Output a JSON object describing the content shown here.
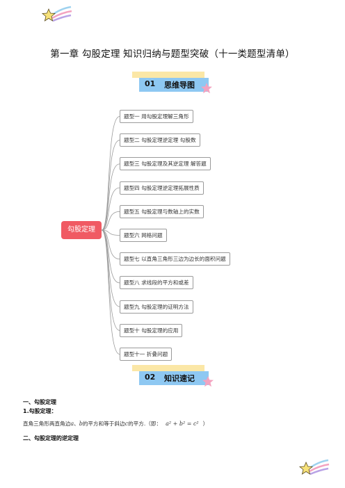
{
  "document": {
    "title": "第一章  勾股定理  知识归纳与题型突破（十一类题型清单）"
  },
  "section1": {
    "number": "01",
    "label": "思维导图"
  },
  "mindmap": {
    "root": "勾股定理",
    "branches": [
      "题型一 用勾股定理解三角形",
      "题型二 勾股定理逆定理 勾股数",
      "题型三 勾股定理及其逆定理 解答题",
      "题型四 勾股定理逆定理拓展性质",
      "题型五 勾股定理与数轴上的实数",
      "题型六 网格问题",
      "题型七 以直角三角形三边为边长的面积问题",
      "题型八 求线段的平方和或差",
      "题型九 勾股定理的证明方法",
      "题型十 勾股定理的应用",
      "题型十一 折叠问题"
    ]
  },
  "section2": {
    "number": "02",
    "label": "知识速记"
  },
  "knowledge": {
    "h1": "一、勾股定理",
    "h1_sub": "1.勾股定理：",
    "sentence_pre": "直角三角形两直角边",
    "var_a": "a",
    "sep": "、",
    "var_b": "b",
    "sentence_mid": "的平方和等于斜边",
    "var_c": "c",
    "sentence_post": "的平方.（即：",
    "formula": "a² + b² = c²",
    "close": "）",
    "h2": "二、勾股定理的逆定理"
  },
  "colors": {
    "root": "#f05a63",
    "badge": "#8ec8f2",
    "badge_stripe": "#fbe7a6",
    "star": "#f7e27a",
    "pink_star": "#f3a3c0"
  },
  "icons": [
    "shooting-star-icon",
    "pink-star-icon"
  ]
}
